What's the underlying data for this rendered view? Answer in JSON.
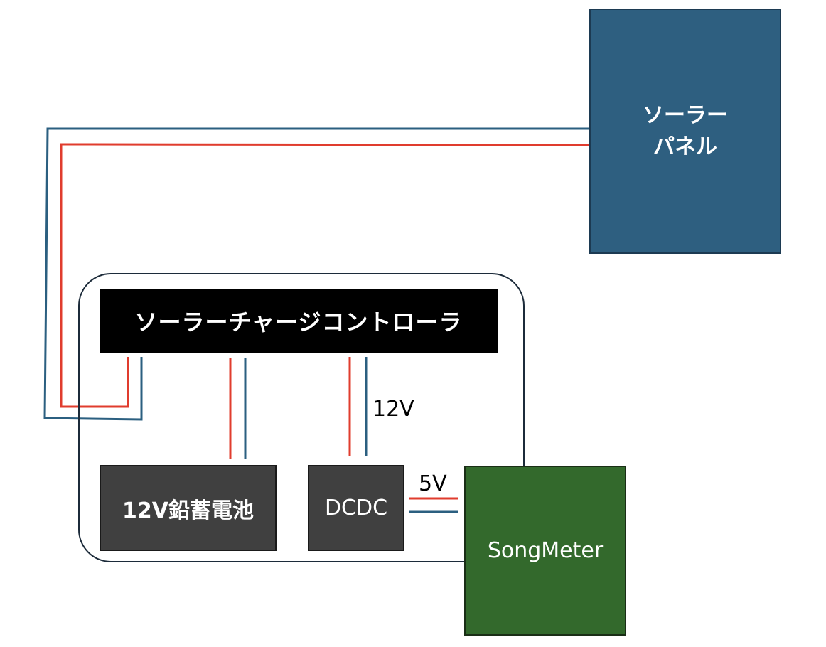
{
  "colors": {
    "positive_wire": "#e03c2e",
    "negative_wire": "#2b5f80",
    "solar_panel": "#2e5f80",
    "controller": "#000000",
    "battery": "#404040",
    "dcdc": "#404040",
    "songmeter": "#33692c"
  },
  "solar_panel": {
    "line1": "ソーラー",
    "line2": "パネル"
  },
  "controller": {
    "label": "ソーラーチャージコントローラ"
  },
  "battery": {
    "label": "12V鉛蓄電池"
  },
  "dcdc": {
    "label": "DCDC"
  },
  "songmeter": {
    "label": "SongMeter"
  },
  "voltage_labels": {
    "controller_to_dcdc": "12V",
    "dcdc_to_songmeter": "5V"
  }
}
